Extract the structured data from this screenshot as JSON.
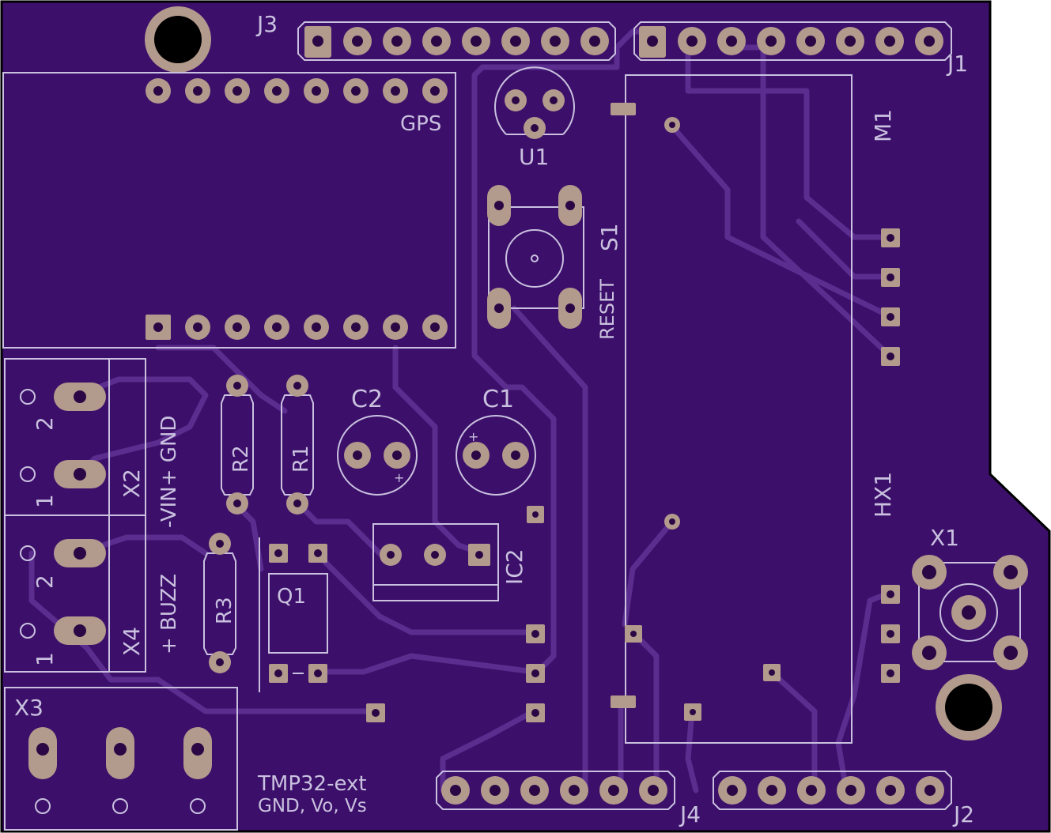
{
  "colors": {
    "board": "#3c0f6a",
    "silkscreen": "#c9c1df",
    "pad": "#b29a8c",
    "trace": "#5a2d8f",
    "outline": "#000000"
  },
  "labels": {
    "j1": "J1",
    "j2": "J2",
    "j3": "J3",
    "j4": "J4",
    "gps": "GPS",
    "u1": "U1",
    "m1": "M1",
    "s1": "S1",
    "reset": "RESET",
    "hx1": "HX1",
    "x1": "X1",
    "x2": "X2",
    "x3": "X3",
    "x4": "X4",
    "c1": "C1",
    "c2": "C2",
    "r1": "R1",
    "r2": "R2",
    "r3": "R3",
    "q1": "Q1",
    "ic2": "IC2",
    "tmp32": "TMP32-ext",
    "tmp32_pins": "GND, Vo, Vs",
    "vin_gnd": "-VIN+ GND",
    "buzz": "+ BUZZ",
    "x2_pin1": "1",
    "x2_pin2": "2",
    "x4_pin1": "1",
    "x4_pin2": "2",
    "plus": "+"
  }
}
